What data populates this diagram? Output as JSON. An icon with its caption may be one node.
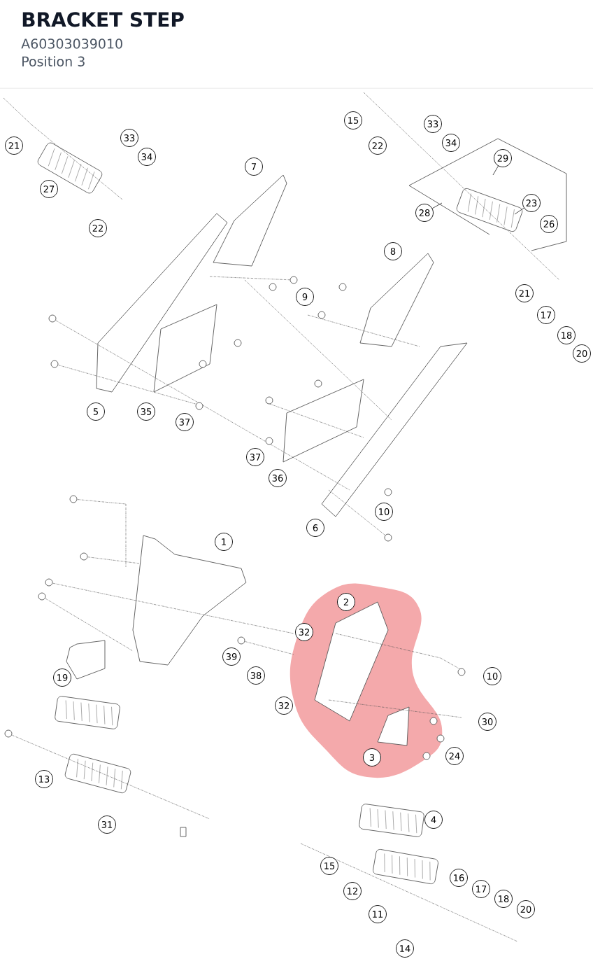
{
  "diagram": {
    "title": "BRACKET STEP",
    "nodes": [
      {
        "text": [
          "15"
        ]
      },
      {
        "text": [
          "33"
        ]
      },
      {
        "text": [
          "33"
        ]
      },
      {
        "text": [
          "34"
        ]
      },
      {
        "text": [
          "21"
        ]
      },
      {
        "text": [
          "22"
        ]
      },
      {
        "text": [
          "34"
        ]
      },
      {
        "text": [
          "29"
        ]
      },
      {
        "text": [
          "7"
        ]
      },
      {
        "text": [
          "27"
        ]
      },
      {
        "text": [
          "23"
        ]
      },
      {
        "text": [
          "28"
        ]
      },
      {
        "text": [
          "26"
        ]
      },
      {
        "text": [
          "22"
        ]
      },
      {
        "text": [
          "8"
        ]
      },
      {
        "text": [
          "21"
        ]
      },
      {
        "text": [
          "9"
        ]
      },
      {
        "text": [
          "17"
        ]
      },
      {
        "text": [
          "18"
        ]
      },
      {
        "text": [
          "20"
        ]
      },
      {
        "text": [
          "5"
        ]
      },
      {
        "text": [
          "35"
        ]
      },
      {
        "text": [
          "37"
        ]
      },
      {
        "text": [
          "37"
        ]
      },
      {
        "text": [
          "36"
        ]
      },
      {
        "text": [
          "10"
        ]
      },
      {
        "text": [
          "6"
        ]
      },
      {
        "text": [
          "1"
        ]
      },
      {
        "text": [
          "2"
        ]
      },
      {
        "text": [
          "32"
        ]
      },
      {
        "text": [
          "39"
        ]
      },
      {
        "text": [
          "10"
        ]
      },
      {
        "text": [
          "38"
        ]
      },
      {
        "text": [
          "19"
        ]
      },
      {
        "text": [
          "32"
        ]
      },
      {
        "text": [
          "30"
        ]
      },
      {
        "text": [
          "24"
        ]
      },
      {
        "text": [
          "3"
        ]
      },
      {
        "text": [
          "13"
        ]
      },
      {
        "text": [
          "4"
        ]
      },
      {
        "text": [
          "31"
        ]
      },
      {
        "text": [
          "15"
        ]
      },
      {
        "text": [
          "16"
        ]
      },
      {
        "text": [
          "17"
        ]
      },
      {
        "text": [
          "12"
        ]
      },
      {
        "text": [
          "18"
        ]
      },
      {
        "text": [
          "20"
        ]
      },
      {
        "text": [
          "11"
        ]
      },
      {
        "text": [
          "14"
        ]
      }
    ],
    "edges": [
      {
        "from": 7,
        "to": null,
        "arrow": "none"
      },
      {
        "from": 10,
        "to": null,
        "arrow": "none"
      },
      {
        "from": 11,
        "to": null,
        "arrow": "none"
      }
    ],
    "labels": [
      "A60303039010",
      "Position 3"
    ]
  }
}
